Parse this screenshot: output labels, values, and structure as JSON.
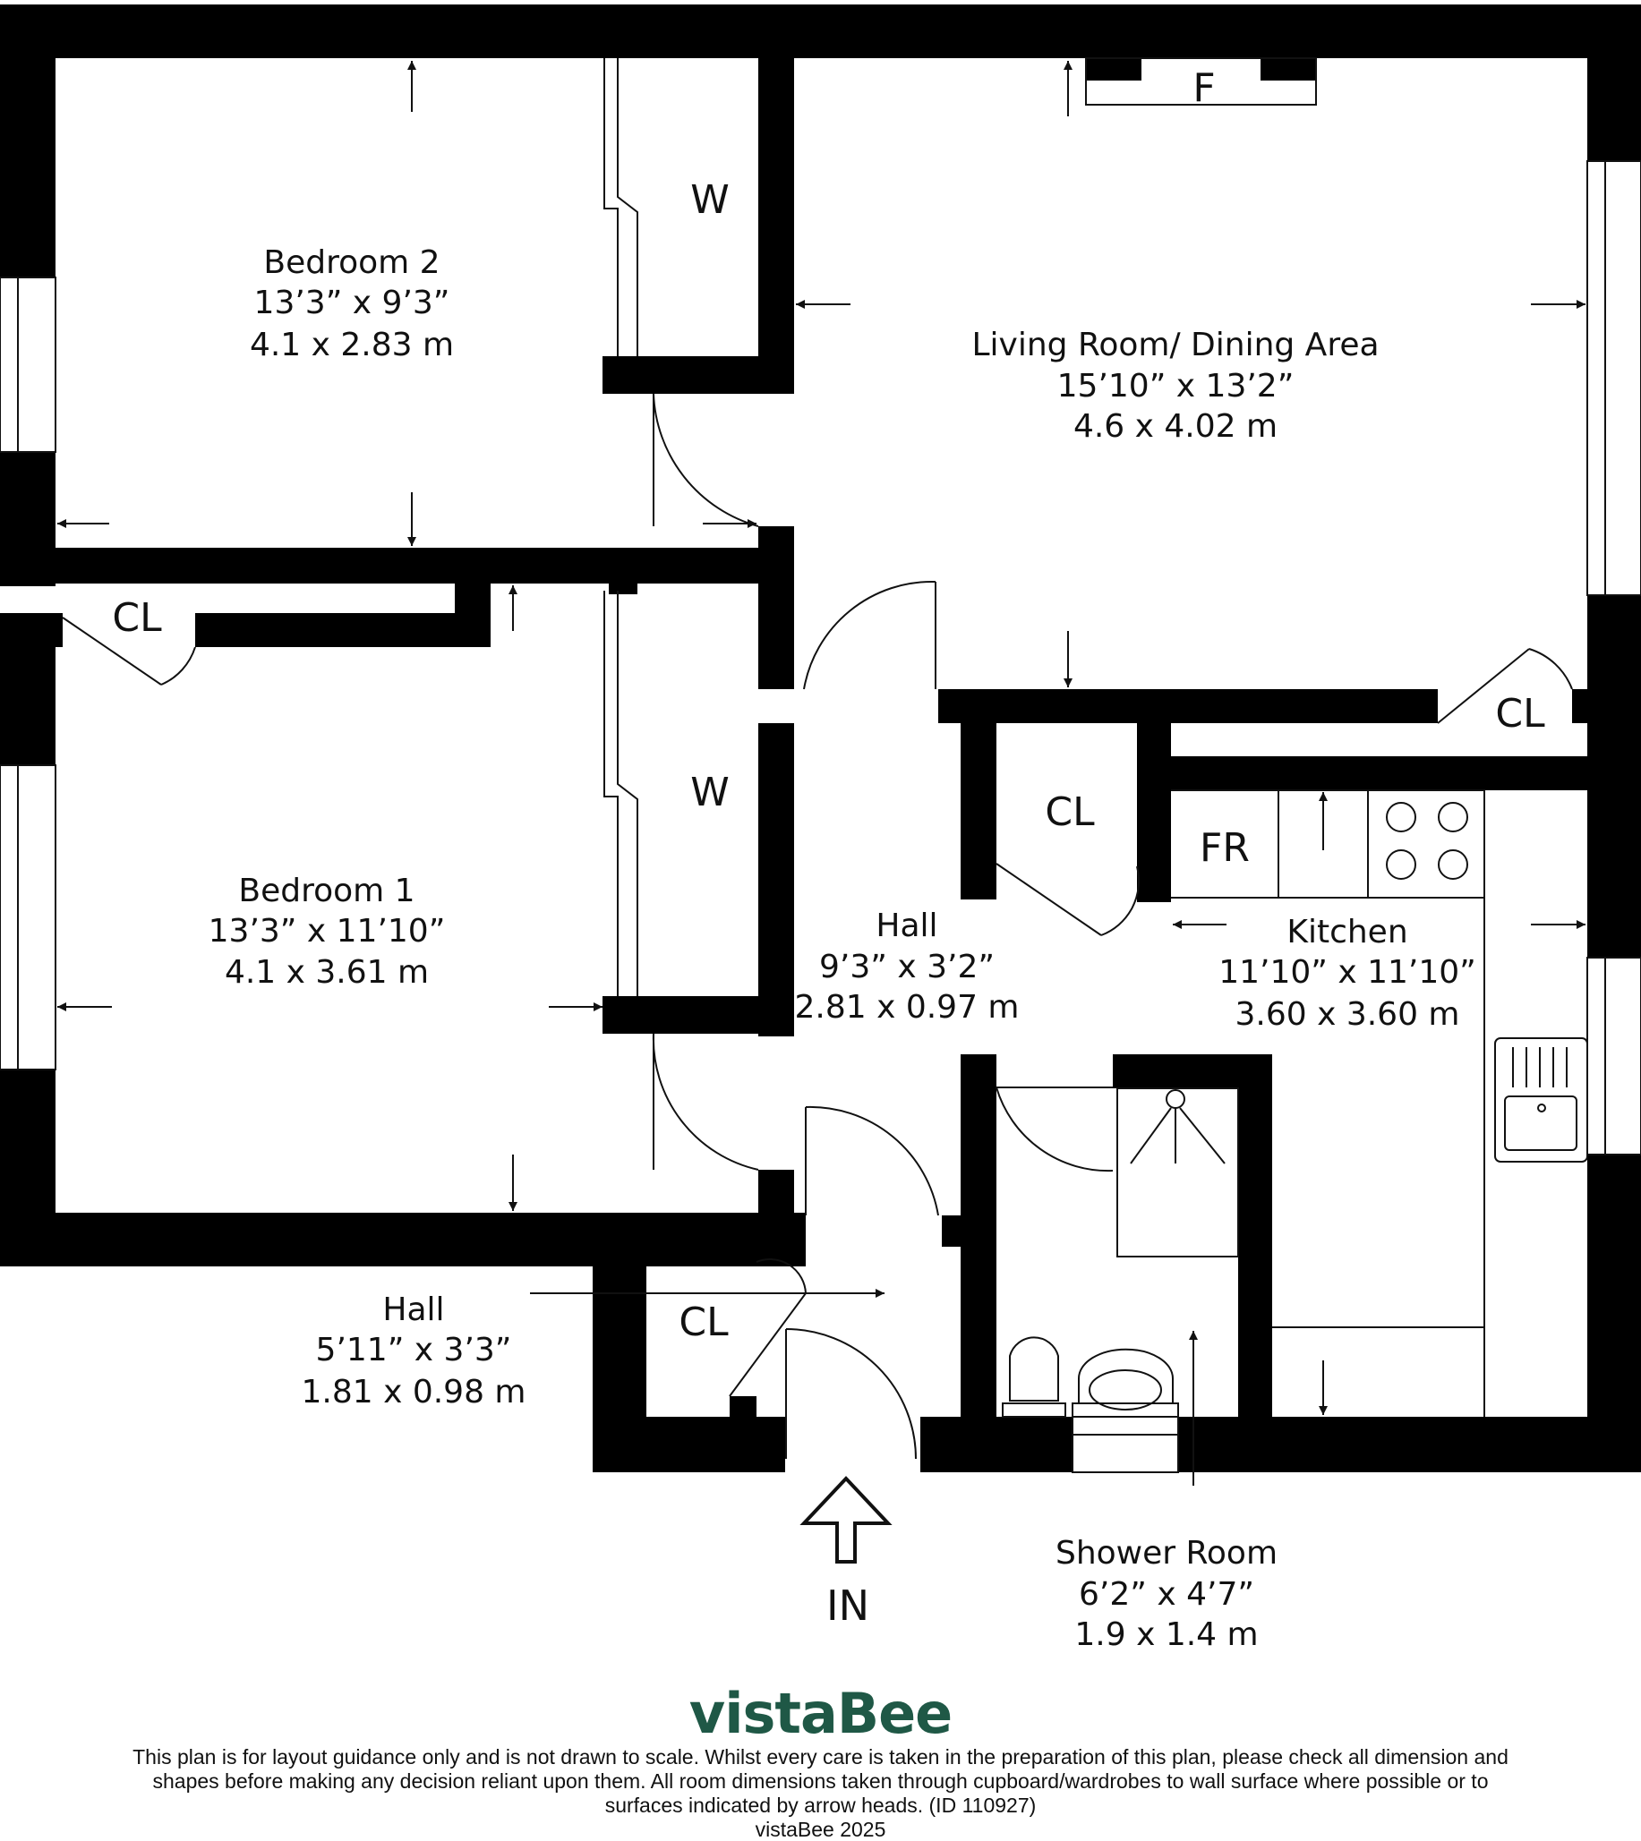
{
  "rooms": {
    "bedroom2": {
      "name": "Bedroom 2",
      "imperial": "13’3” x 9’3”",
      "metric": "4.1 x 2.83 m"
    },
    "living": {
      "name": "Living Room/ Dining Area",
      "imperial": "15’10” x 13’2”",
      "metric": "4.6 x 4.02 m"
    },
    "bedroom1": {
      "name": "Bedroom 1",
      "imperial": "13’3” x 11’10”",
      "metric": "4.1 x 3.61 m"
    },
    "hall_main": {
      "name": "Hall",
      "imperial": "9’3” x 3’2”",
      "metric": "2.81 x 0.97 m"
    },
    "kitchen": {
      "name": "Kitchen",
      "imperial": "11’10” x 11’10”",
      "metric": "3.60 x 3.60 m"
    },
    "hall_entry": {
      "name": "Hall",
      "imperial": "5’11” x 3’3”",
      "metric": "1.81 x 0.98 m"
    },
    "shower": {
      "name": "Shower Room",
      "imperial": "6’2” x 4’7”",
      "metric": "1.9 x 1.4 m"
    }
  },
  "fixtures": {
    "wardrobe": "W",
    "closet": "CL",
    "fireplace": "F",
    "fridge": "FR"
  },
  "entrance": "IN",
  "footer": {
    "brand": "vistaBee",
    "disclaimer": "This plan is for layout guidance only and is not drawn to scale. Whilst every care is taken in the preparation of this plan, please check all dimension and shapes before making any decision reliant upon them. All room dimensions taken through cupboard/wardrobes to wall surface where possible or to surfaces indicated by arrow heads. (ID 110927)",
    "copyright": "vistaBee 2025"
  },
  "colors": {
    "brand": "#1f5846",
    "walls": "#000000"
  }
}
